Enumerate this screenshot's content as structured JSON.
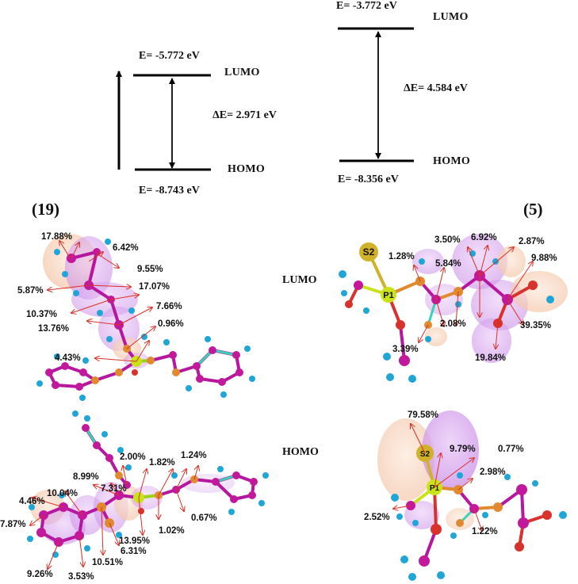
{
  "diagram": {
    "left_panel": {
      "lumo_energy": "E= -5.772 eV",
      "lumo_label": "LUMO",
      "gap": "ΔE= 2.971 eV",
      "homo_label": "HOMO",
      "homo_energy": "E= -8.743 eV",
      "compound_id": "(19)"
    },
    "right_panel": {
      "lumo_energy": "E= -3.772 eV",
      "lumo_label": "LUMO",
      "gap": "ΔE= 4.584 eV",
      "homo_label": "HOMO",
      "homo_energy": "E= -8.356 eV",
      "compound_id": "(5)"
    },
    "row_labels": {
      "lumo": "LUMO",
      "homo": "HOMO"
    },
    "lumo19_pcts": [
      "17.88%",
      "6.42%",
      "9.55%",
      "5.87%",
      "17.07%",
      "10.37%",
      "7.66%",
      "13.76%",
      "0.96%",
      "4.43%"
    ],
    "lumo5_pcts": [
      "3.50%",
      "6.92%",
      "2.87%",
      "1.28%",
      "5.84%",
      "9.88%",
      "2.08%",
      "3.39%",
      "39.35%",
      "19.84%"
    ],
    "homo19_pcts": [
      "2.00%",
      "1.82%",
      "1.24%",
      "8.99%",
      "7.31%",
      "10.04%",
      "4.46%",
      "7.87%",
      "0.67%",
      "1.02%",
      "13.95%",
      "6.31%",
      "10.51%",
      "9.26%",
      "3.53%"
    ],
    "homo5_pcts": [
      "79.58%",
      "9.79%",
      "0.77%",
      "2.98%",
      "2.52%",
      "1.22%"
    ],
    "atom_labels": [
      "S2",
      "P1"
    ],
    "colors": {
      "bond_carbon": "#b5179e",
      "atom_carbon": "#c2189c",
      "atom_hydrogen": "#1fa6d6",
      "atom_nitrogen": "#e0892e",
      "atom_oxygen": "#d8322c",
      "atom_phosphorus": "#c9e21a",
      "atom_sulfur": "#cfb22a",
      "orbital_pink": "#d9a6f0",
      "orbital_peach": "#f6cdb4",
      "arrow": "#d93025"
    }
  }
}
